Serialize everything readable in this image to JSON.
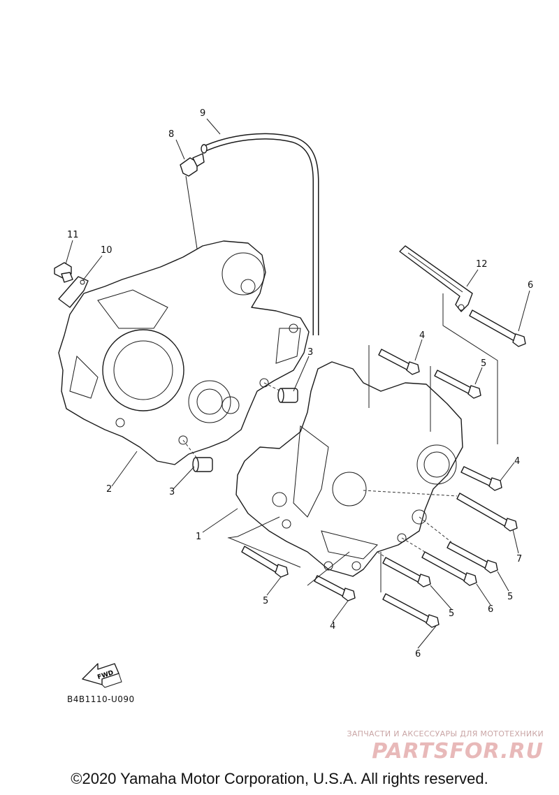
{
  "diagram": {
    "callouts": {
      "c1": "1",
      "c2": "2",
      "c3a": "3",
      "c3b": "3",
      "c4a": "4",
      "c4b": "4",
      "c4c": "4",
      "c5a": "5",
      "c5b": "5",
      "c5c": "5",
      "c5d": "5",
      "c6a": "6",
      "c6b": "6",
      "c6c": "6",
      "c7": "7",
      "c8": "8",
      "c9": "9",
      "c10": "10",
      "c11": "11",
      "c12": "12"
    },
    "fwd_label": "FWD",
    "diagram_code": "B4B1110-U090"
  },
  "watermark": {
    "tagline": "ЗАПЧАСТИ И АКСЕССУАРЫ ДЛЯ МОТОТЕХНИКИ",
    "brand": "PARTSFOR.RU"
  },
  "copyright": "©2020 Yamaha Motor Corporation, U.S.A. All rights reserved."
}
